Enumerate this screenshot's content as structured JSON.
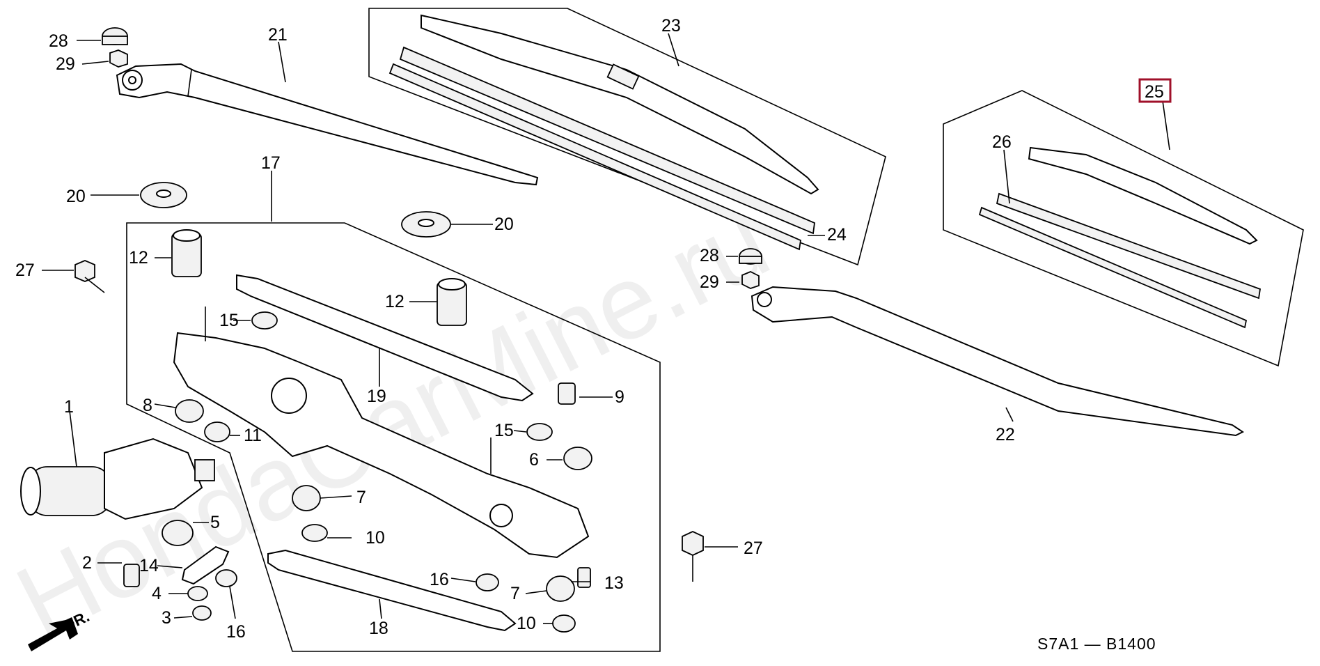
{
  "diagram": {
    "code": "S7A1 — B1400",
    "direction_label": "FR.",
    "watermark": "HondaCarMine.ru",
    "highlighted_part": "25",
    "callouts": [
      {
        "id": "c28a",
        "label": "28"
      },
      {
        "id": "c29a",
        "label": "29"
      },
      {
        "id": "c21",
        "label": "21"
      },
      {
        "id": "c23",
        "label": "23"
      },
      {
        "id": "c25",
        "label": "25"
      },
      {
        "id": "c26",
        "label": "26"
      },
      {
        "id": "c20a",
        "label": "20"
      },
      {
        "id": "c20b",
        "label": "20"
      },
      {
        "id": "c17",
        "label": "17"
      },
      {
        "id": "c24",
        "label": "24"
      },
      {
        "id": "c28b",
        "label": "28"
      },
      {
        "id": "c29b",
        "label": "29"
      },
      {
        "id": "c27a",
        "label": "27"
      },
      {
        "id": "c12a",
        "label": "12"
      },
      {
        "id": "c12b",
        "label": "12"
      },
      {
        "id": "c15a",
        "label": "15"
      },
      {
        "id": "c19",
        "label": "19"
      },
      {
        "id": "c9",
        "label": "9"
      },
      {
        "id": "c8",
        "label": "8"
      },
      {
        "id": "c11",
        "label": "11"
      },
      {
        "id": "c15b",
        "label": "15"
      },
      {
        "id": "c1",
        "label": "1"
      },
      {
        "id": "c6",
        "label": "6"
      },
      {
        "id": "c22",
        "label": "22"
      },
      {
        "id": "c7a",
        "label": "7"
      },
      {
        "id": "c5",
        "label": "5"
      },
      {
        "id": "c10a",
        "label": "10"
      },
      {
        "id": "c27b",
        "label": "27"
      },
      {
        "id": "c2",
        "label": "2"
      },
      {
        "id": "c14",
        "label": "14"
      },
      {
        "id": "c16a",
        "label": "16"
      },
      {
        "id": "c13",
        "label": "13"
      },
      {
        "id": "c4",
        "label": "4"
      },
      {
        "id": "c7b",
        "label": "7"
      },
      {
        "id": "c18",
        "label": "18"
      },
      {
        "id": "c3",
        "label": "3"
      },
      {
        "id": "c10b",
        "label": "10"
      },
      {
        "id": "c16b",
        "label": "16"
      }
    ]
  }
}
